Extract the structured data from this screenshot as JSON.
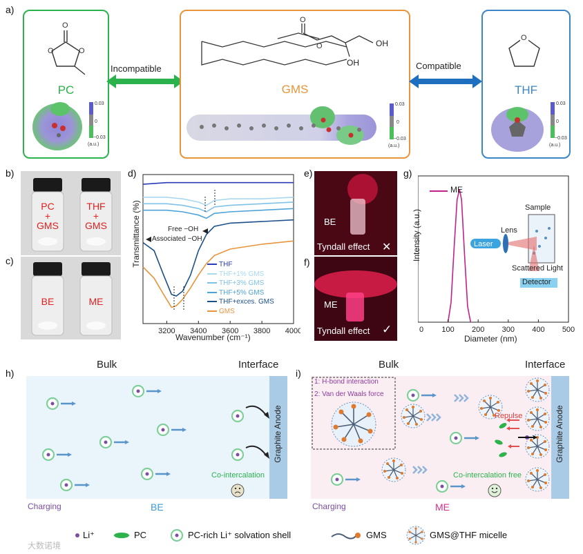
{
  "panels": {
    "a": "a)",
    "b": "b)",
    "c": "c)",
    "d": "d)",
    "e": "e)",
    "f": "f)",
    "g": "g)",
    "h": "h)",
    "i": "i)"
  },
  "panel_a": {
    "pc_label": "PC",
    "gms_label": "GMS",
    "thf_label": "THF",
    "incompatible": "Incompatible",
    "compatible": "Compatible",
    "oh1": "OH",
    "oh2": "OH",
    "scale_top": "0.03",
    "scale_mid": "0",
    "scale_bot": "−0.03",
    "scale_unit": "(a.u.)",
    "colors": {
      "pc": "#2bb24c",
      "gms": "#e8943a",
      "thf": "#3b86c6",
      "incompatible_arrow": "#2bb24c",
      "compatible_arrow": "#1e6fc0"
    }
  },
  "panel_b": {
    "left": [
      "PC",
      "+",
      "GMS"
    ],
    "right": [
      "THF",
      "+",
      "GMS"
    ]
  },
  "panel_c": {
    "left": "BE",
    "right": "ME"
  },
  "panel_d": {
    "ylabel": "Transmittance (%)",
    "xlabel": "Wavenumber (cm⁻¹)",
    "xticks": [
      "3200",
      "3400",
      "3600",
      "3800",
      "4000"
    ],
    "free_oh": "Free −OH",
    "associated_oh": "Associated −OH",
    "legend": [
      "THF",
      "THF+1% GMS",
      "THF+3% GMS",
      "THF+5% GMS",
      "THF+exces. GMS",
      "GMS"
    ]
  },
  "panel_e": {
    "sample": "BE",
    "caption": "Tyndall effect"
  },
  "panel_f": {
    "sample": "ME",
    "caption": "Tyndall effect"
  },
  "panel_g": {
    "ylabel": "Intensity (a.u.)",
    "xlabel": "Diameter (nm)",
    "xticks": [
      "0",
      "100",
      "200",
      "300",
      "400",
      "500"
    ],
    "legend": "ME",
    "sample": "Sample",
    "lens": "Lens",
    "laser": "Laser",
    "scattered": "Scattered Light",
    "detector": "Detector"
  },
  "panel_h": {
    "bulk": "Bulk",
    "interface": "Interface",
    "anode": "Graphite Anode",
    "note": "Co-intercalation",
    "charging": "Charging",
    "tag": "BE"
  },
  "panel_i": {
    "bulk": "Bulk",
    "interface": "Interface",
    "anode": "Graphite Anode",
    "hbond": "1: H-bond interaction",
    "vdw": "2: Van der Waals force",
    "repulse": "Repulse",
    "note": "Co-intercalation free",
    "charging": "Charging",
    "tag": "ME"
  },
  "legend": {
    "li": "Li⁺",
    "pc": "PC",
    "shell": "PC-rich Li⁺ solvation shell",
    "gms": "GMS",
    "micelle": "GMS@THF micelle"
  },
  "watermark": "大数诺境",
  "chart_data": [
    {
      "type": "line",
      "title": "",
      "xlabel": "Wavenumber (cm⁻¹)",
      "ylabel": "Transmittance (%)",
      "xlim": [
        3050,
        4000
      ],
      "series": [
        {
          "name": "THF",
          "color": "#2a3bb5",
          "x": [
            3050,
            3200,
            3400,
            3600,
            3800,
            4000
          ],
          "y": [
            96,
            97,
            97,
            97,
            97,
            97
          ]
        },
        {
          "name": "THF+1% GMS",
          "color": "#a8d8f0",
          "x": [
            3050,
            3200,
            3300,
            3400,
            3450,
            3500,
            3600,
            3800,
            4000
          ],
          "y": [
            88,
            88,
            87,
            85,
            83,
            86,
            87,
            87,
            88
          ]
        },
        {
          "name": "THF+3% GMS",
          "color": "#7ec2e8",
          "x": [
            3050,
            3200,
            3300,
            3400,
            3450,
            3500,
            3600,
            3800,
            4000
          ],
          "y": [
            84,
            84,
            83,
            81,
            79,
            82,
            83,
            84,
            85
          ]
        },
        {
          "name": "THF+5% GMS",
          "color": "#4da3d8",
          "x": [
            3050,
            3200,
            3300,
            3400,
            3450,
            3500,
            3600,
            3800,
            4000
          ],
          "y": [
            80,
            80,
            79,
            77,
            75,
            78,
            79,
            80,
            81
          ]
        },
        {
          "name": "THF+exces. GMS",
          "color": "#1b4f8a",
          "x": [
            3050,
            3120,
            3180,
            3230,
            3260,
            3300,
            3350,
            3400,
            3450,
            3500,
            3600,
            3800,
            4000
          ],
          "y": [
            60,
            55,
            40,
            28,
            27,
            30,
            40,
            55,
            65,
            70,
            72,
            73,
            74
          ]
        },
        {
          "name": "GMS",
          "color": "#e8943a",
          "x": [
            3050,
            3120,
            3180,
            3230,
            3260,
            3300,
            3350,
            3400,
            3450,
            3500,
            3600,
            3800,
            4000
          ],
          "y": [
            45,
            38,
            28,
            20,
            21,
            25,
            32,
            40,
            47,
            52,
            56,
            59,
            61
          ]
        }
      ]
    },
    {
      "type": "line",
      "title": "",
      "xlabel": "Diameter (nm)",
      "ylabel": "Intensity (a.u.)",
      "xlim": [
        0,
        500
      ],
      "ylim": [
        0,
        1.1
      ],
      "series": [
        {
          "name": "ME",
          "color": "#c0208a",
          "x": [
            100,
            110,
            120,
            130,
            138,
            145,
            155,
            165,
            175
          ],
          "y": [
            0,
            0.15,
            0.55,
            0.92,
            1.0,
            0.92,
            0.5,
            0.12,
            0
          ]
        }
      ]
    }
  ]
}
